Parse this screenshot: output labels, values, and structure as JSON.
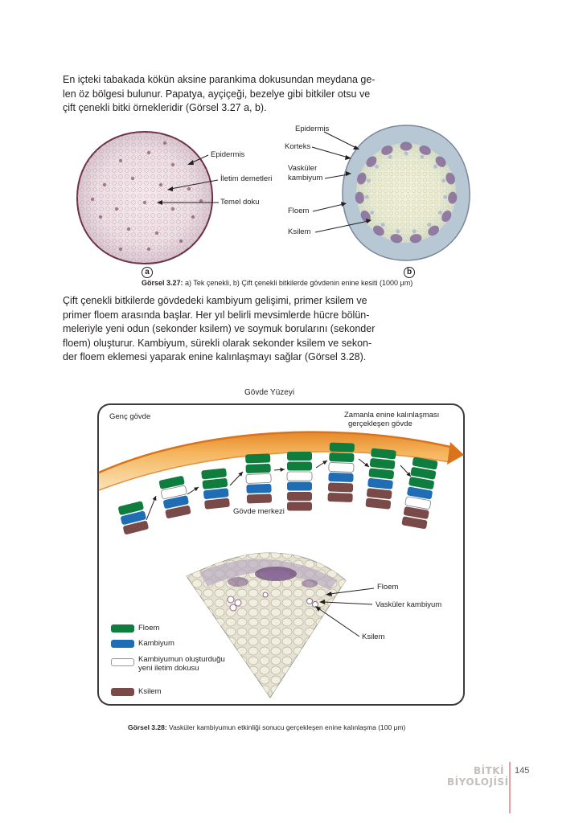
{
  "intro_paragraph": [
    "En içteki tabakada kökün aksine parankima dokusundan meydana ge-",
    "len öz bölgesi bulunur. Papatya, ayçiçeği, bezelye gibi bitkiler otsu ve",
    "çift çenekli bitki örnekleridir (Görsel 3.27 a, b)."
  ],
  "figure_327": {
    "panel_a": {
      "letter": "a",
      "labels": {
        "epidermis": "Epidermis",
        "vascular_bundles": "İletim demetleri",
        "ground_tissue": "Temel doku"
      }
    },
    "panel_b": {
      "letter": "b",
      "labels": {
        "epidermis": "Epidermis",
        "cortex": "Korteks",
        "vascular_cambium_1": "Vasküler",
        "vascular_cambium_2": "kambiyum",
        "phloem": "Floem",
        "xylem": "Ksilem"
      }
    },
    "caption_bold": "Görsel 3.27:",
    "caption_text": " a) Tek çenekli, b) Çift çenekli bitkilerde gövdenin enine kesiti (1000 μm)"
  },
  "body_paragraph": [
    "Çift çenekli bitkilerde gövdedeki kambiyum gelişimi, primer ksilem ve",
    "primer floem arasında başlar. Her yıl belirli mevsimlerde hücre bölün-",
    "meleriyle yeni odun (sekonder ksilem) ve soymuk borularını (sekonder",
    "floem) oluşturur. Kambiyum, sürekli olarak sekonder ksilem ve sekon-",
    "der floem eklemesi yaparak enine kalınlaşmayı sağlar (Görsel 3.28)."
  ],
  "figure_328": {
    "surface_label": "Gövde Yüzeyi",
    "young_stem": "Genç gövde",
    "thickened_1": "Zamanla enine kalınlaşması",
    "thickened_2": "gerçekleşen gövde",
    "center_label": "Gövde merkezi",
    "micro_labels": {
      "phloem": "Floem",
      "vascular_cambium": "Vasküler kambiyum",
      "xylem": "Ksilem"
    },
    "legend": [
      {
        "label": "Floem",
        "color": "#0f7d3d"
      },
      {
        "label": "Kambiyum",
        "color": "#1f6db5"
      },
      {
        "label": "Kambiyumun oluşturduğu",
        "label2": "yeni iletim dokusu",
        "color": "#ffffff"
      },
      {
        "label": "Ksilem",
        "color": "#7a4a48"
      }
    ],
    "caption_bold": "Görsel 3.28:",
    "caption_text": " Vasküler kambiyumun etkinliği sonucu gerçekleşen enine kalınlaşma (100 μm)"
  },
  "footer": {
    "title_1": "BİTKİ",
    "title_2": "BİYOLOJİSİ",
    "page_number": "145"
  },
  "colors": {
    "phloem": "#0f7d3d",
    "cambium": "#1f6db5",
    "new_tissue": "#ffffff",
    "xylem": "#7a4a48",
    "arrow_orange": "#e8892a"
  }
}
